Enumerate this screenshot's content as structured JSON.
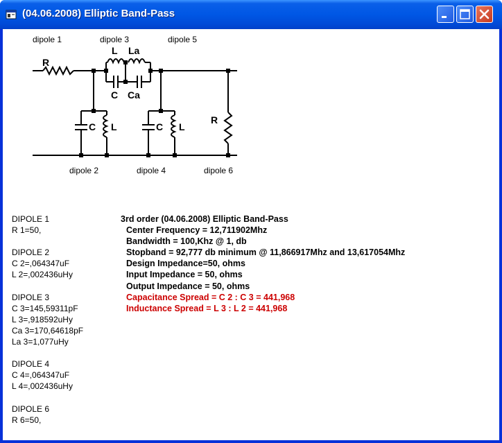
{
  "window": {
    "title": "(04.06.2008) Elliptic Band-Pass",
    "controls": {
      "minimize": "minimize-icon",
      "maximize": "maximize-icon",
      "close": "close-icon"
    }
  },
  "schematic": {
    "labels": {
      "dipole1": "dipole 1",
      "dipole2": "dipole 2",
      "dipole3": "dipole 3",
      "dipole4": "dipole 4",
      "dipole5": "dipole 5",
      "dipole6": "dipole 6"
    },
    "symbols": {
      "r_in": "R",
      "l3": "L",
      "la3": "La",
      "c3": "C",
      "ca3": "Ca",
      "c2": "C",
      "l2": "L",
      "c4": "C",
      "l4": "L",
      "r_out": "R"
    }
  },
  "components": [
    {
      "title": "DIPOLE 1",
      "lines": [
        "R 1=50,"
      ]
    },
    {
      "title": "DIPOLE 2",
      "lines": [
        "C 2=,064347uF",
        "L 2=,002436uHy"
      ]
    },
    {
      "title": "DIPOLE 3",
      "lines": [
        "C 3=145,59311pF",
        "L 3=,918592uHy",
        "Ca 3=170,64618pF",
        "La 3=1,077uHy"
      ]
    },
    {
      "title": "DIPOLE 4",
      "lines": [
        "C 4=,064347uF",
        "L 4=,002436uHy"
      ]
    },
    {
      "title": "DIPOLE 6",
      "lines": [
        "R 6=50,"
      ]
    }
  ],
  "summary": {
    "heading": "3rd order (04.06.2008) Elliptic Band-Pass",
    "center_frequency": "Center Frequency = 12,711902Mhz",
    "bandwidth": "Bandwidth = 100,Khz @ 1, db",
    "stopband": "Stopband = 92,777 db minimum @ 11,866917Mhz and 13,617054Mhz",
    "design_impedance": "Design Impedance=50, ohms",
    "input_impedance": "Input Impedance = 50, ohms",
    "output_impedance": "Output Impedance = 50, ohms",
    "capacitance_spread": "Capacitance Spread = C 2 : C 3 = 441,968",
    "inductance_spread": "Inductance Spread = L 3 : L 2 = 441,968"
  },
  "colors": {
    "title_bar": "#0057e5",
    "warning_text": "#cc0000",
    "text": "#000000"
  }
}
